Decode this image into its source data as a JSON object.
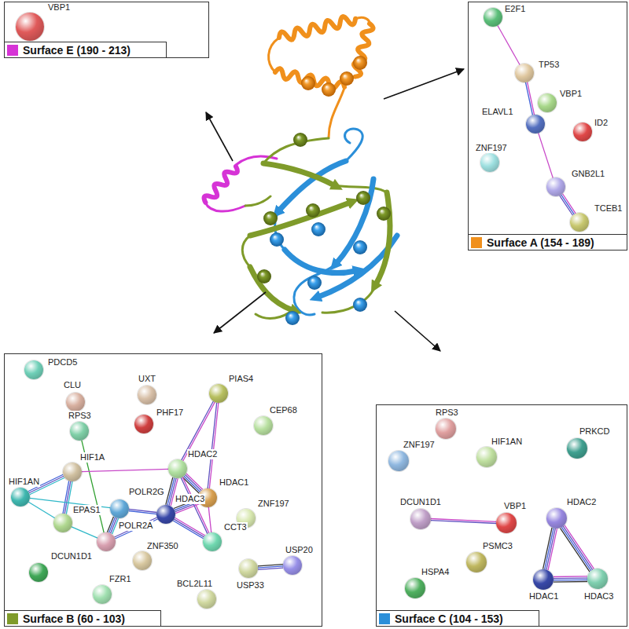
{
  "diagram": {
    "nodes": [
      {
        "text": [
          "Surface E (190 - 213)"
        ]
      },
      {
        "text": [
          "VBP1"
        ],
        "in": 0
      },
      {
        "text": [
          "Surface A (154 - 189)"
        ]
      },
      {
        "text": [
          "E2F1"
        ],
        "in": 2
      },
      {
        "text": [
          "TP53"
        ],
        "in": 2
      },
      {
        "text": [
          "VBP1"
        ],
        "in": 2
      },
      {
        "text": [
          "ELAVL1"
        ],
        "in": 2
      },
      {
        "text": [
          "ID2"
        ],
        "in": 2
      },
      {
        "text": [
          "ZNF197"
        ],
        "in": 2
      },
      {
        "text": [
          "GNB2L1"
        ],
        "in": 2
      },
      {
        "text": [
          "TCEB1"
        ],
        "in": 2
      },
      {
        "text": [
          "Surface B (60 - 103)"
        ]
      },
      {
        "text": [
          "PDCD5"
        ],
        "in": 11
      },
      {
        "text": [
          "CLU"
        ],
        "in": 11
      },
      {
        "text": [
          "UXT"
        ],
        "in": 11
      },
      {
        "text": [
          "PIAS4"
        ],
        "in": 11
      },
      {
        "text": [
          "RPS3"
        ],
        "in": 11
      },
      {
        "text": [
          "PHF17"
        ],
        "in": 11
      },
      {
        "text": [
          "CEP68"
        ],
        "in": 11
      },
      {
        "text": [
          "HIF1A"
        ],
        "in": 11
      },
      {
        "text": [
          "HDAC2"
        ],
        "in": 11
      },
      {
        "text": [
          "HDAC1"
        ],
        "in": 11
      },
      {
        "text": [
          "HIF1AN"
        ],
        "in": 11
      },
      {
        "text": [
          "POLR2G"
        ],
        "in": 11
      },
      {
        "text": [
          "HDAC3"
        ],
        "in": 11
      },
      {
        "text": [
          "ZNF197"
        ],
        "in": 11
      },
      {
        "text": [
          "EPAS1"
        ],
        "in": 11
      },
      {
        "text": [
          "POLR2A"
        ],
        "in": 11
      },
      {
        "text": [
          "CCT3"
        ],
        "in": 11
      },
      {
        "text": [
          "USP20"
        ],
        "in": 11
      },
      {
        "text": [
          "USP33"
        ],
        "in": 11
      },
      {
        "text": [
          "DCUN1D1"
        ],
        "in": 11
      },
      {
        "text": [
          "ZNF350"
        ],
        "in": 11
      },
      {
        "text": [
          "BCL2L11"
        ],
        "in": 11
      },
      {
        "text": [
          "FZR1"
        ],
        "in": 11
      },
      {
        "text": [
          "Surface C (104 - 153)"
        ]
      },
      {
        "text": [
          "RPS3"
        ],
        "in": 35
      },
      {
        "text": [
          "ZNF197"
        ],
        "in": 35
      },
      {
        "text": [
          "HIF1AN"
        ],
        "in": 35
      },
      {
        "text": [
          "PRKCD"
        ],
        "in": 35
      },
      {
        "text": [
          "DCUN1D1"
        ],
        "in": 35
      },
      {
        "text": [
          "VBP1"
        ],
        "in": 35
      },
      {
        "text": [
          "HDAC2"
        ],
        "in": 35
      },
      {
        "text": [
          "PSMC3"
        ],
        "in": 35
      },
      {
        "text": [
          "HDAC1"
        ],
        "in": 35
      },
      {
        "text": [
          "HDAC3"
        ],
        "in": 35
      },
      {
        "text": [
          "HSPA4"
        ],
        "in": 35
      }
    ],
    "edges": [
      {
        "from": 3,
        "to": 4,
        "arrow": "none"
      },
      {
        "from": 4,
        "to": 6,
        "arrow": "none"
      },
      {
        "from": 6,
        "to": 9,
        "arrow": "none"
      },
      {
        "from": 9,
        "to": 10,
        "arrow": "none"
      },
      {
        "from": 15,
        "to": 20,
        "arrow": "none"
      },
      {
        "from": 15,
        "to": 21,
        "arrow": "none"
      },
      {
        "from": 16,
        "to": 27,
        "arrow": "none"
      },
      {
        "from": 19,
        "to": 20,
        "arrow": "none"
      },
      {
        "from": 19,
        "to": 22,
        "arrow": "none"
      },
      {
        "from": 19,
        "to": 26,
        "arrow": "none"
      },
      {
        "from": 22,
        "to": 26,
        "arrow": "none"
      },
      {
        "from": 22,
        "to": 23,
        "arrow": "none"
      },
      {
        "from": 26,
        "to": 27,
        "arrow": "none"
      },
      {
        "from": 23,
        "to": 27,
        "arrow": "none"
      },
      {
        "from": 23,
        "to": 24,
        "arrow": "none"
      },
      {
        "from": 27,
        "to": 24,
        "arrow": "none"
      },
      {
        "from": 20,
        "to": 21,
        "arrow": "none"
      },
      {
        "from": 20,
        "to": 24,
        "arrow": "none"
      },
      {
        "from": 21,
        "to": 24,
        "arrow": "none"
      },
      {
        "from": 20,
        "to": 28,
        "arrow": "none"
      },
      {
        "from": 21,
        "to": 28,
        "arrow": "none"
      },
      {
        "from": 24,
        "to": 28,
        "arrow": "none"
      },
      {
        "from": 29,
        "to": 30,
        "arrow": "none"
      },
      {
        "from": 40,
        "to": 41,
        "arrow": "none"
      },
      {
        "from": 42,
        "to": 44,
        "arrow": "none"
      },
      {
        "from": 42,
        "to": 45,
        "arrow": "none"
      },
      {
        "from": 44,
        "to": 45,
        "arrow": "none"
      }
    ]
  }
}
